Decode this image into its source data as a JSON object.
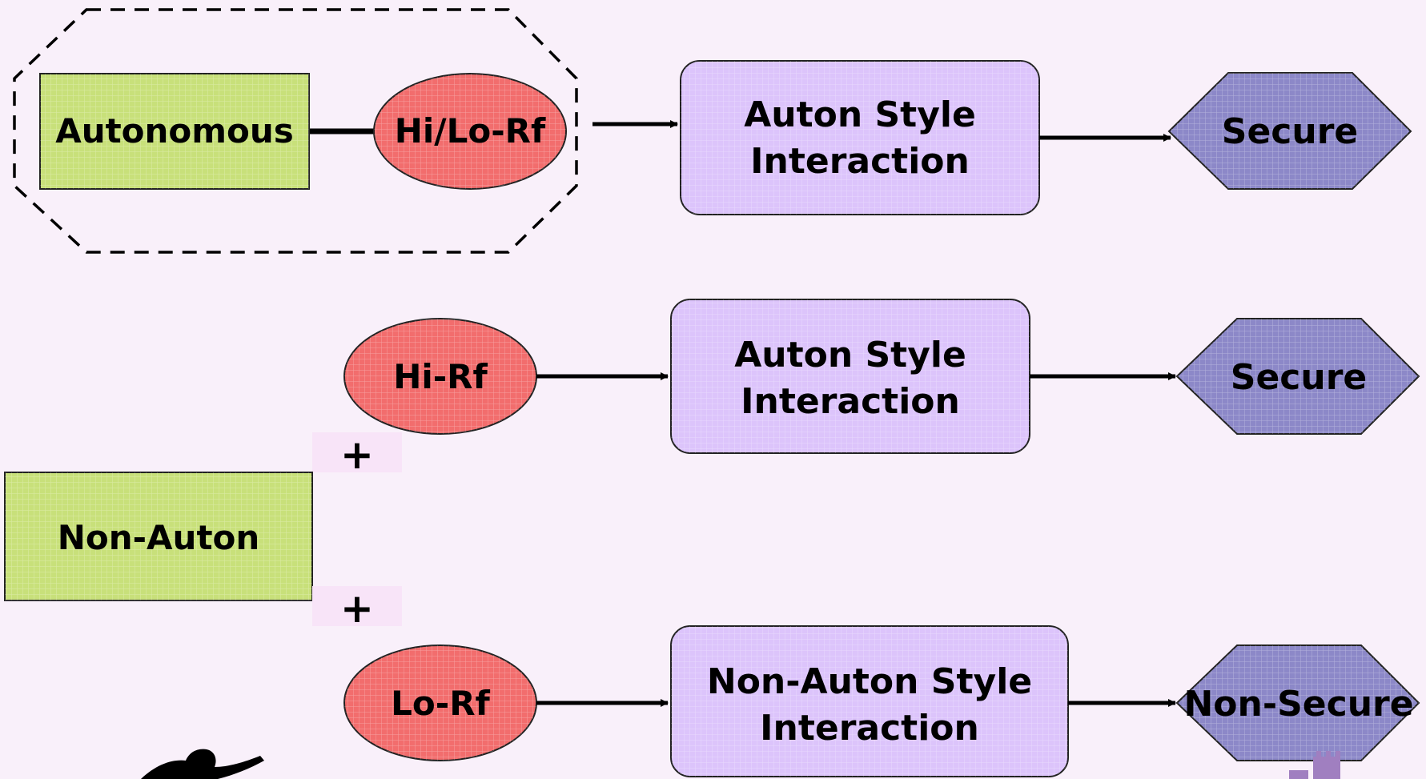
{
  "row1": {
    "source": "Autonomous",
    "channel": "Hi/Lo-Rf",
    "interaction_line1": "Auton Style",
    "interaction_line2": "Interaction",
    "result": "Secure"
  },
  "row2": {
    "channel": "Hi-Rf",
    "interaction_line1": "Auton Style",
    "interaction_line2": "Interaction",
    "result": "Secure"
  },
  "row3": {
    "channel": "Lo-Rf",
    "interaction_line1": "Non-Auton Style",
    "interaction_line2": "Interaction",
    "result": "Non-Secure"
  },
  "source2": "Non-Auton",
  "plus_upper": "+",
  "plus_lower": "+",
  "colors": {
    "background": "#f9f0fa",
    "green_box": "#c8e07a",
    "red_ellipse": "#f26d6d",
    "purple_box": "#dcc4fb",
    "hexagon": "#8c88c8"
  }
}
